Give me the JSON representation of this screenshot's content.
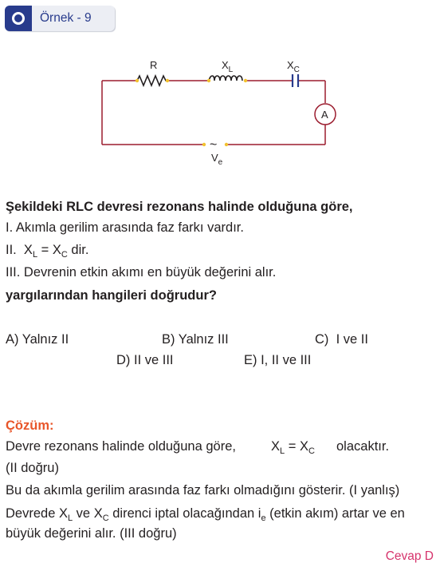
{
  "badge": {
    "label": "Örnek - 9"
  },
  "circuit": {
    "label_r": "R",
    "label_xl_main": "X",
    "label_xl_sub": "L",
    "label_xc_main": "X",
    "label_xc_sub": "C",
    "label_ammeter": "A",
    "label_source_main": "V",
    "label_source_sub": "e",
    "source_symbol": "~"
  },
  "question": {
    "stem": "Şekildeki RLC devresi rezonans halinde olduğuna göre,",
    "item1": "I.   Akımla gerilim arasında faz farkı vardır.",
    "item2_prefix": "II.  ",
    "item2_xl": "X",
    "item2_xl_sub": "L",
    "item2_eq": " = X",
    "item2_xc_sub": "C",
    "item2_suffix": " dir.",
    "item3": "III.  Devrenin etkin akımı en büyük değerini alır.",
    "prompt": "yargılarından hangileri doğrudur?"
  },
  "options": {
    "a": "A) Yalnız II",
    "b": "B) Yalnız III",
    "c": "C)  I ve II",
    "d": "D) II ve III",
    "e": "E) I, II ve III"
  },
  "solution": {
    "heading": "Çözüm:",
    "line1_pre": "Devre rezonans halinde olduğuna göre,",
    "line1_x1": "X",
    "line1_x1_sub": "L",
    "line1_eq": " = X",
    "line1_x2_sub": "C",
    "line1_post": "olacaktır.",
    "line2": "(II doğru)",
    "line3": "Bu da akımla gerilim arasında faz farkı olmadığını gösterir. (I yanlış)",
    "line4_pre": "Devrede X",
    "line4_sub1": "L",
    "line4_mid1": " ve X",
    "line4_sub2": "C",
    "line4_mid2": " direnci iptal olacağından i",
    "line4_sub3": "e",
    "line4_post": " (etkin akım) artar ve en",
    "line5": "büyük değerini alır. (III doğru)",
    "answer": "Cevap D"
  },
  "colors": {
    "badge_blue": "#283b8c",
    "wire_red": "#9b1c2e",
    "solution_orange": "#e8562a",
    "answer_pink": "#d6336c",
    "node_yellow": "#f2c12e"
  }
}
